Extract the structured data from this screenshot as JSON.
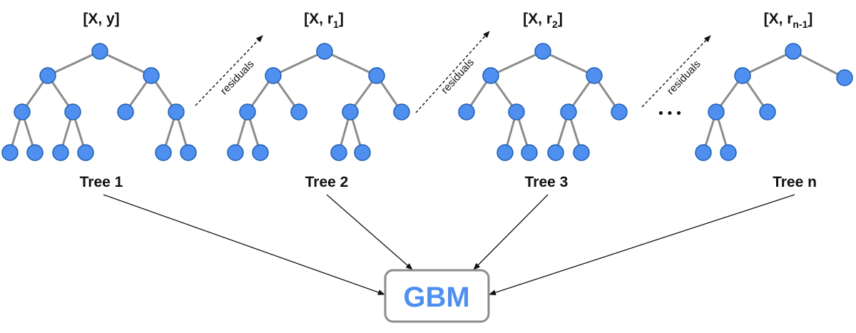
{
  "colors": {
    "node_fill": "#4f8ff0",
    "edge": "#8c8c8c",
    "gbm_text": "#4f8ff0",
    "gbm_border": "#8c8c8c"
  },
  "trees": [
    {
      "input_main": "[X, y]",
      "input_sub": "",
      "label": "Tree 1"
    },
    {
      "input_main": "[X, r",
      "input_sub": "1",
      "input_close": "]",
      "label": "Tree 2"
    },
    {
      "input_main": "[X, r",
      "input_sub": "2",
      "input_close": "]",
      "label": "Tree 3"
    },
    {
      "input_main": "[X, r",
      "input_sub": "n-1",
      "input_close": "]",
      "label": "Tree n"
    }
  ],
  "residual_label": "residuals",
  "ellipsis": "•••",
  "gbm_label": "GBM"
}
